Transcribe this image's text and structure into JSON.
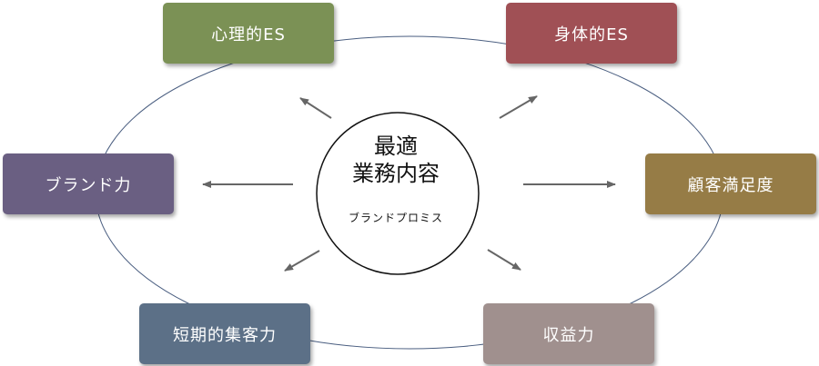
{
  "center": {
    "title_line1": "最適",
    "title_line2": "業務内容",
    "subtitle": "ブランドプロミス"
  },
  "nodes": {
    "psychological_es": {
      "label": "心理的ES",
      "color": "#7b9155"
    },
    "physical_es": {
      "label": "身体的ES",
      "color": "#a05055"
    },
    "brand_power": {
      "label": "ブランド力",
      "color": "#6a5f82"
    },
    "customer_satisfaction": {
      "label": "顧客満足度",
      "color": "#967c46"
    },
    "short_term_collection": {
      "label": "短期的集客力",
      "color": "#5c7087"
    },
    "profitability": {
      "label": "収益力",
      "color": "#a0908e"
    }
  },
  "colors": {
    "ring": "#4a5e80",
    "arrow": "#666666",
    "circle_stroke": "#111111"
  }
}
